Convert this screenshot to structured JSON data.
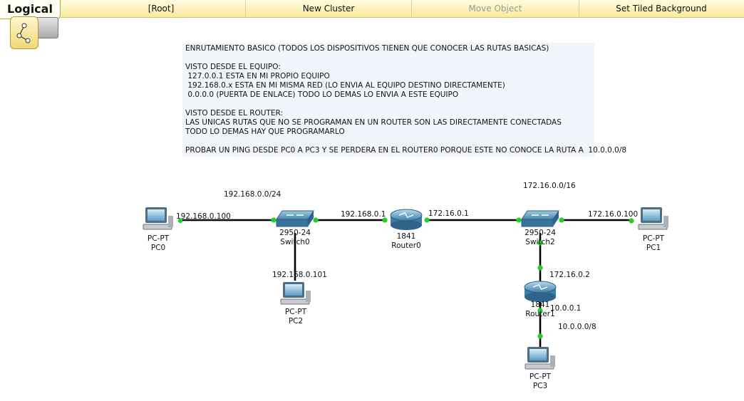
{
  "toolbar": {
    "view_tab": "Logical",
    "buttons": [
      "[Root]",
      "New Cluster",
      "Move Object",
      "Set Tiled Background"
    ]
  },
  "note": {
    "lines": [
      "ENRUTAMIENTO BASICO (TODOS LOS DISPOSITIVOS TIENEN QUE CONOCER LAS RUTAS BASICAS)",
      "",
      "VISTO DESDE EL EQUIPO:",
      " 127.0.0.1 ESTA EN MI PROPIO EQUIPO",
      " 192.168.0.x ESTA EN MI MISMA RED (LO ENVIA AL EQUIPO DESTINO DIRECTAMENTE)",
      " 0.0.0.0 (PUERTA DE ENLACE) TODO LO DEMAS LO ENVIA A ESTE EQUIPO",
      "",
      "VISTO DESDE EL ROUTER:",
      "LAS UNICAS RUTAS QUE NO SE PROGRAMAN EN UN ROUTER SON LAS DIRECTAMENTE CONECTADAS",
      "TODO LO DEMAS HAY QUE PROGRAMARLO",
      "",
      "PROBAR UN PING DESDE PC0 A PC3 Y SE PERDERA EN EL ROUTER0 PORQUE ESTE NO CONOCE LA RUTA A  10.0.0.0/8"
    ]
  },
  "devices": {
    "pc0": {
      "model": "PC-PT",
      "name": "PC0"
    },
    "pc1": {
      "model": "PC-PT",
      "name": "PC1"
    },
    "pc2": {
      "model": "PC-PT",
      "name": "PC2"
    },
    "pc3": {
      "model": "PC-PT",
      "name": "PC3"
    },
    "switch0": {
      "model": "2950-24",
      "name": "Switch0"
    },
    "switch2": {
      "model": "2950-24",
      "name": "Switch2"
    },
    "router0": {
      "model": "1841",
      "name": "Router0"
    },
    "router1": {
      "model": "1841",
      "name": "Router1"
    }
  },
  "labels": {
    "net_left": "192.168.0.0/24",
    "net_right": "172.16.0.0/16",
    "net_bottom": "10.0.0.0/8",
    "ip_pc0": "192.168.0.100",
    "ip_pc2": "192.168.0.101",
    "ip_r0_lan": "192.168.0.1",
    "ip_r0_wan": "172.16.0.1",
    "ip_pc1": "172.16.0.100",
    "ip_r1_lan": "172.16.0.2",
    "ip_r1_wan": "10.0.0.1"
  },
  "colors": {
    "link": "#000000",
    "link_up": "#1fd12a",
    "toolbar_bg": "#f7eb9c",
    "note_bg": "#f2f5fb",
    "device_blue": "#4e8fb8"
  },
  "icons": {
    "view_icon": "logical-topology-icon",
    "panel": "cluster-panel-icon"
  }
}
